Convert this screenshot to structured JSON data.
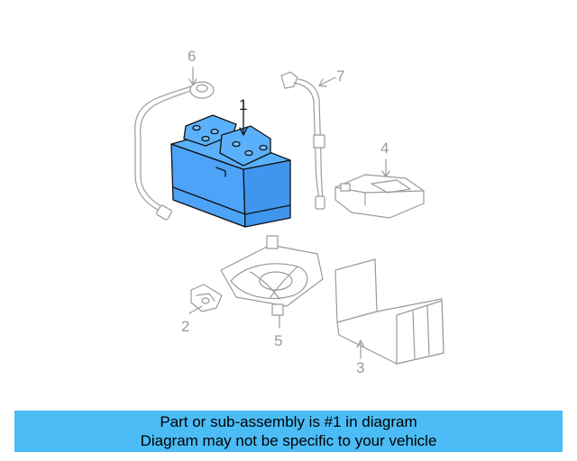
{
  "diagram": {
    "callouts": [
      {
        "id": "1",
        "label": "1",
        "highlighted": true
      },
      {
        "id": "2",
        "label": "2",
        "highlighted": false
      },
      {
        "id": "3",
        "label": "3",
        "highlighted": false
      },
      {
        "id": "4",
        "label": "4",
        "highlighted": false
      },
      {
        "id": "5",
        "label": "5",
        "highlighted": false
      },
      {
        "id": "6",
        "label": "6",
        "highlighted": false
      },
      {
        "id": "7",
        "label": "7",
        "highlighted": false
      }
    ],
    "highlight_color": "#4da3f8",
    "line_color": "#9a9a9a"
  },
  "banner": {
    "line1": "Part or sub-assembly is #1 in diagram",
    "line2": "Diagram may not be specific to your vehicle",
    "background": "#4bbcf5"
  }
}
